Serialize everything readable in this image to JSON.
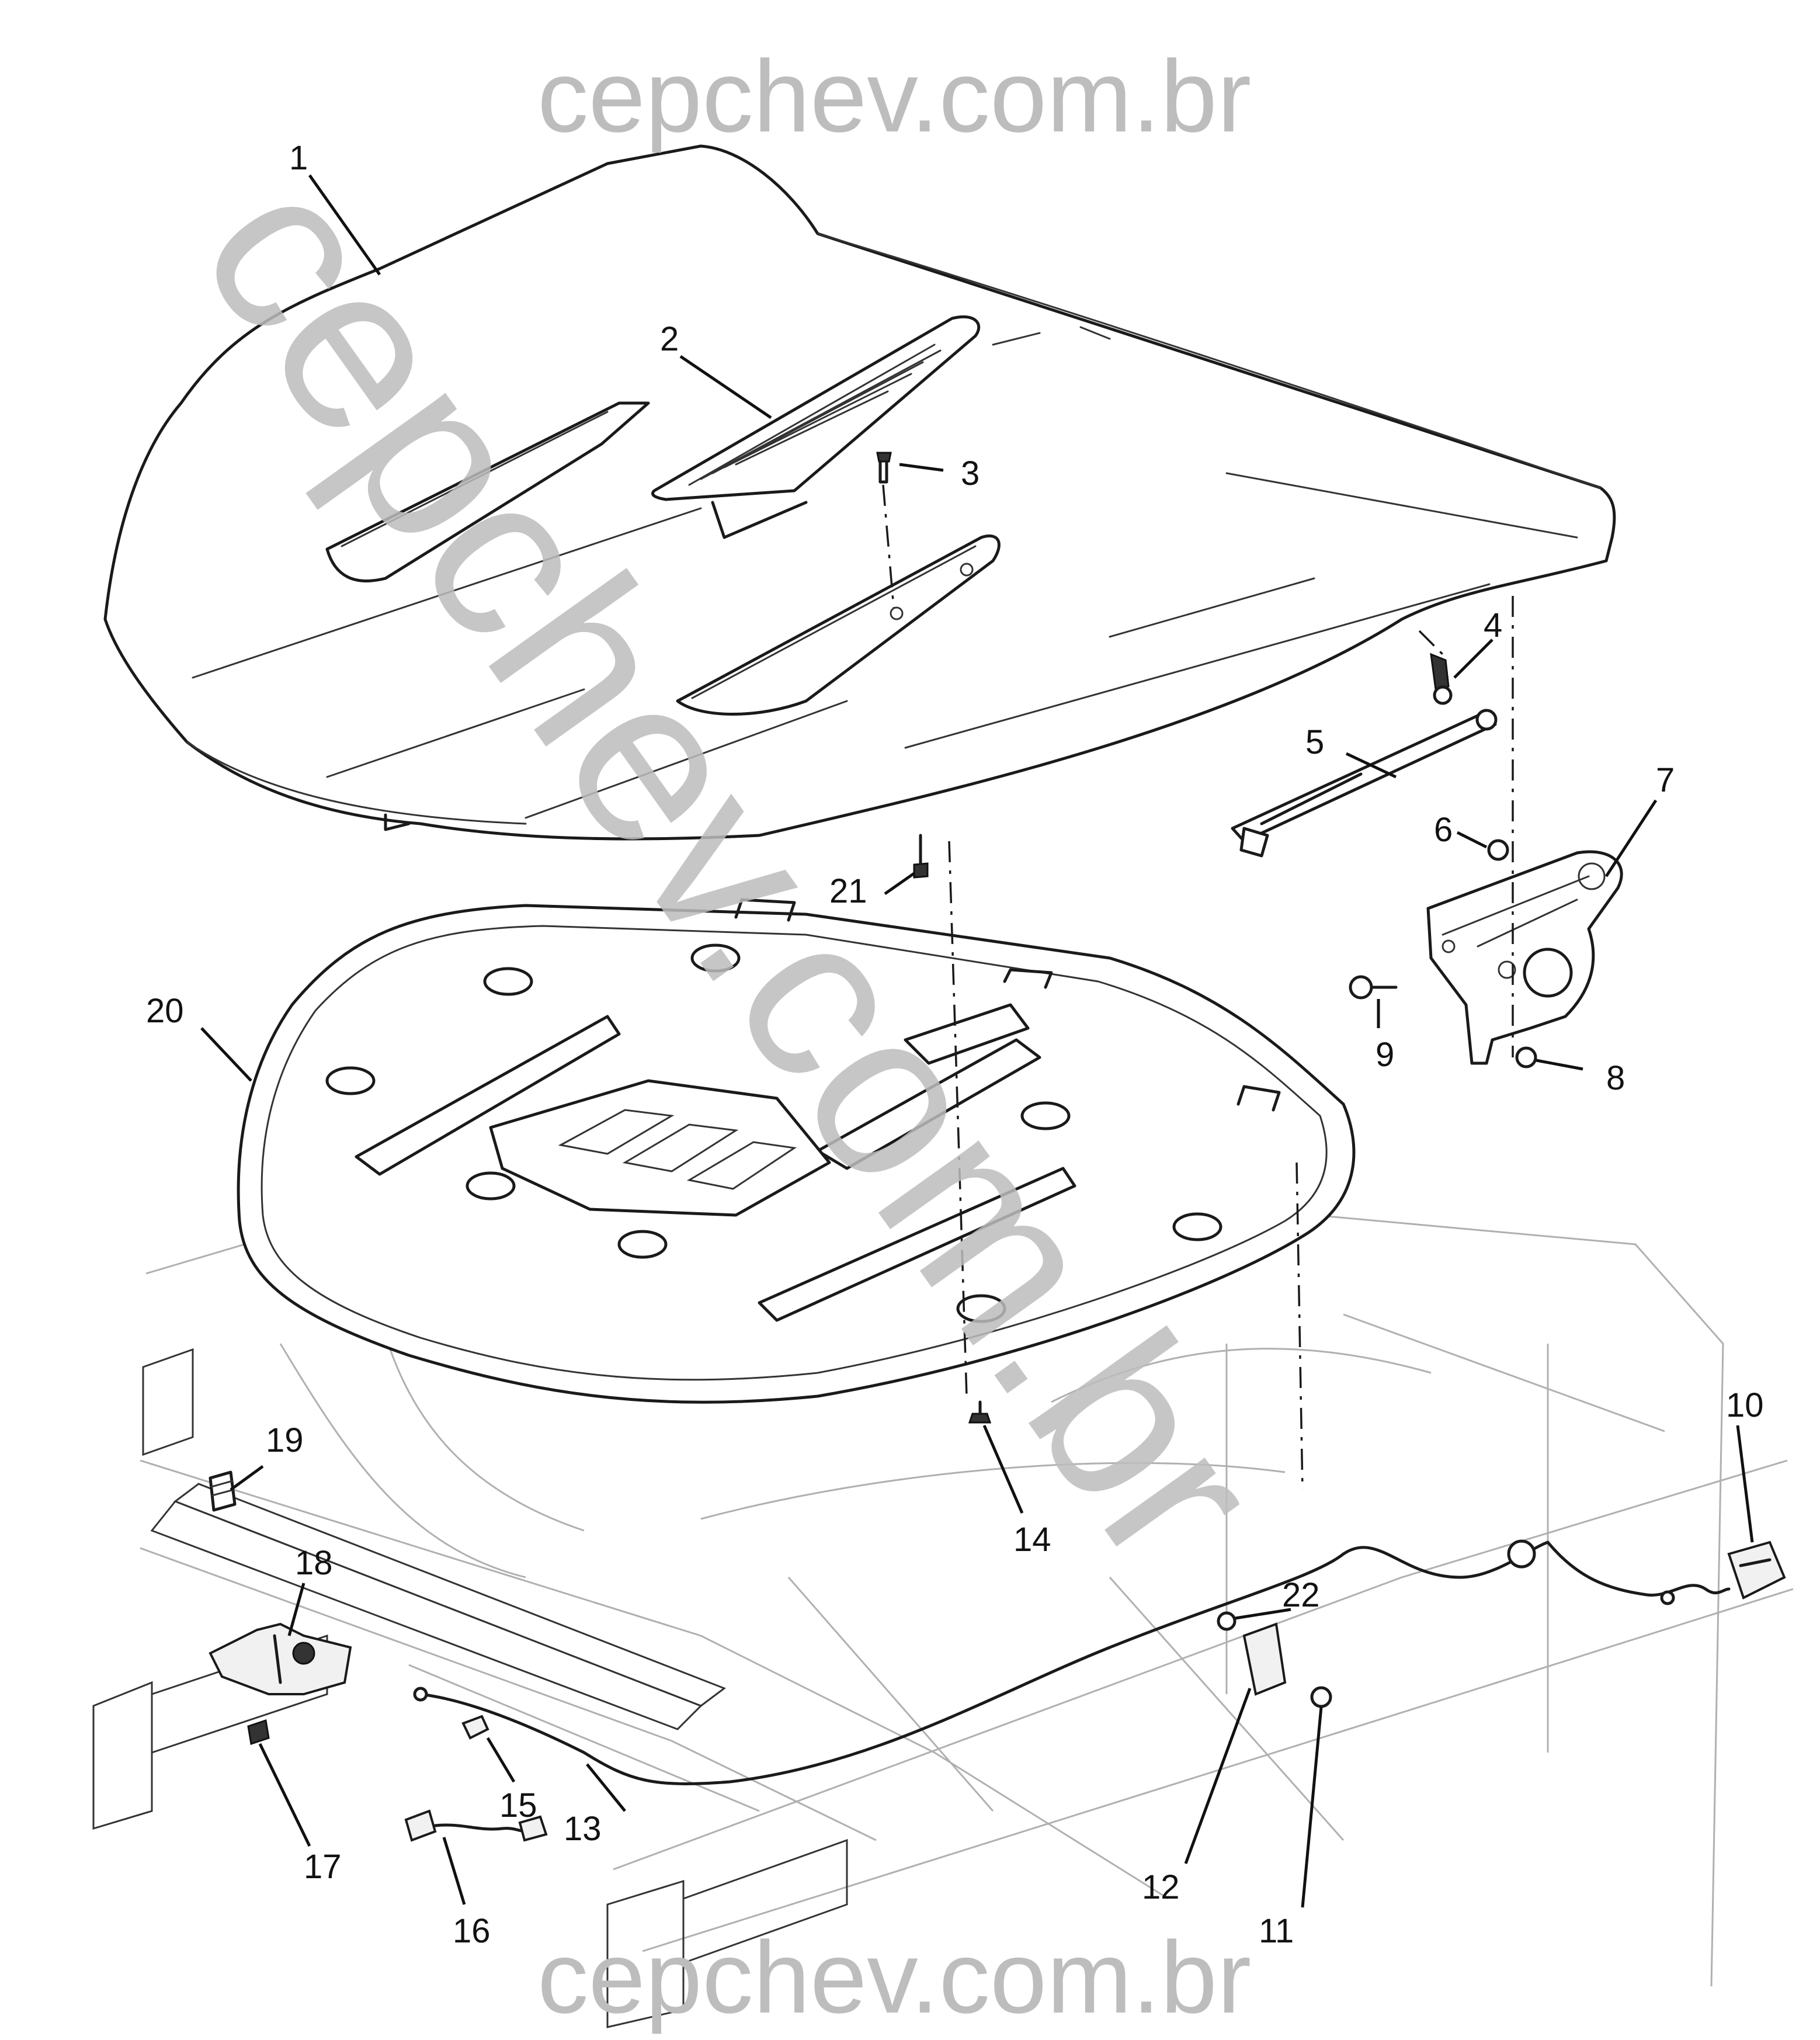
{
  "watermarks": {
    "top": "cepchev.com.br",
    "diagonal": "cepchev.com.br",
    "bottom": "cepchev.com.br"
  },
  "callouts": [
    {
      "id": "1",
      "label": "1"
    },
    {
      "id": "2",
      "label": "2"
    },
    {
      "id": "3",
      "label": "3"
    },
    {
      "id": "4",
      "label": "4"
    },
    {
      "id": "5",
      "label": "5"
    },
    {
      "id": "6",
      "label": "6"
    },
    {
      "id": "7",
      "label": "7"
    },
    {
      "id": "8",
      "label": "8"
    },
    {
      "id": "9",
      "label": "9"
    },
    {
      "id": "10",
      "label": "10"
    },
    {
      "id": "11",
      "label": "11"
    },
    {
      "id": "12",
      "label": "12"
    },
    {
      "id": "13",
      "label": "13"
    },
    {
      "id": "14",
      "label": "14"
    },
    {
      "id": "15",
      "label": "15"
    },
    {
      "id": "16",
      "label": "16"
    },
    {
      "id": "17",
      "label": "17"
    },
    {
      "id": "18",
      "label": "18"
    },
    {
      "id": "19",
      "label": "19"
    },
    {
      "id": "20",
      "label": "20"
    },
    {
      "id": "21",
      "label": "21"
    },
    {
      "id": "22",
      "label": "22"
    }
  ],
  "colors": {
    "line": "#1a1a1a",
    "watermark": "#bdbdbd",
    "background": "#ffffff",
    "structure": "#b0b0b0"
  }
}
